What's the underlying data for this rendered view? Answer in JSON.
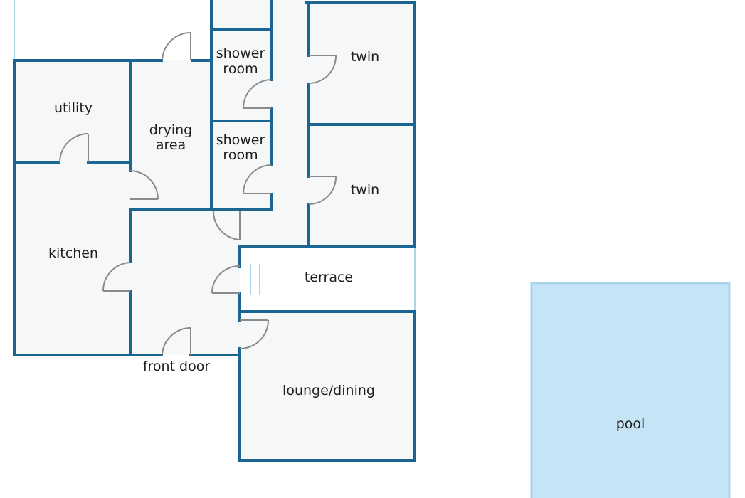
{
  "colors": {
    "wall": "#1b6593",
    "room_fill": "#f6f7f8",
    "pool_fill": "#c5e4f5",
    "pool_edge": "#a9d4ea",
    "door": "#8a8a8a",
    "text": "#1e1e1e"
  },
  "rooms": {
    "utility": "utility",
    "drying_area": [
      "drying",
      "area"
    ],
    "shower_room_1": [
      "shower",
      "room"
    ],
    "shower_room_2": [
      "shower",
      "room"
    ],
    "twin_1": "twin",
    "twin_2": "twin",
    "kitchen": "kitchen",
    "terrace": "terrace",
    "lounge_dining": "lounge/dining",
    "pool": "pool"
  },
  "labels": {
    "front_door": "front door"
  }
}
